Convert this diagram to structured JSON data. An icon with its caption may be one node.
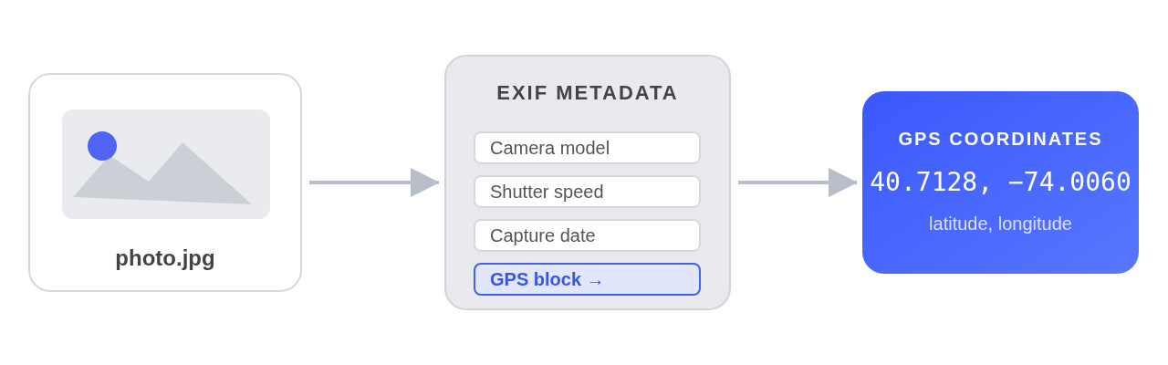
{
  "diagram": {
    "nodes": [
      {
        "text": [
          "photo.jpg"
        ]
      },
      {
        "text": [
          "EXIF METADATA"
        ]
      },
      {
        "text": [
          "Camera model"
        ],
        "in": 1
      },
      {
        "text": [
          "Shutter speed"
        ],
        "in": 1
      },
      {
        "text": [
          "Capture date"
        ],
        "in": 1
      },
      {
        "text": [
          "GPS block →"
        ],
        "in": 1
      },
      {
        "text": [
          "GPS COORDINATES",
          "40.7128, −74.0060",
          "latitude, longitude"
        ]
      }
    ],
    "edges": [
      {
        "from": 0,
        "to": 1,
        "arrow": "to"
      },
      {
        "from": 1,
        "to": 6,
        "arrow": "to"
      }
    ]
  }
}
